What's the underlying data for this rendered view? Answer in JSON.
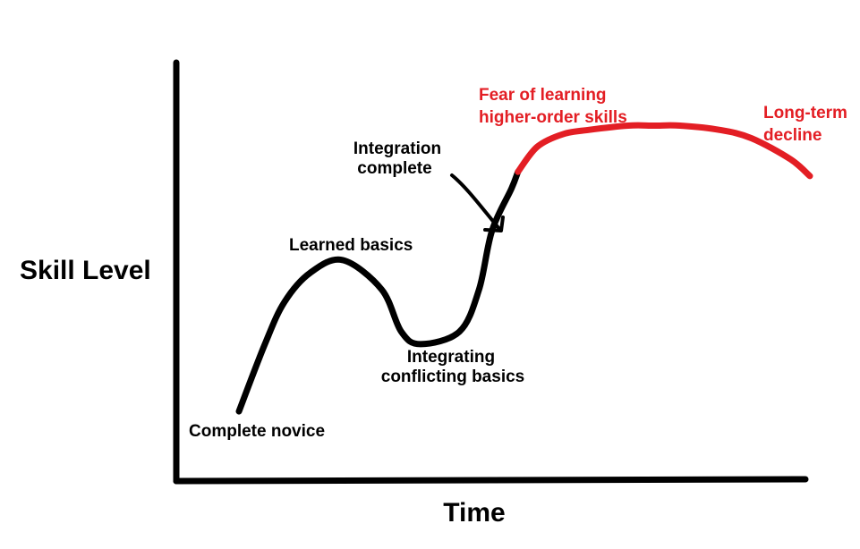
{
  "chart_data": {
    "type": "line",
    "xlabel": "Time",
    "ylabel": "Skill Level",
    "title": "",
    "grid": false,
    "legend": "none",
    "colors": {
      "early_stage": "#000000",
      "late_stage": "#e31e24",
      "annotation_black": "#000000",
      "annotation_red": "#e31e24"
    },
    "series": [
      {
        "style": "thick-black-hand-drawn",
        "color": "#000000",
        "x": [
          0.12,
          0.16,
          0.19,
          0.23,
          0.28,
          0.34,
          0.37,
          0.4,
          0.46,
          0.49,
          0.51,
          0.54,
          0.55
        ],
        "y": [
          0.17,
          0.33,
          0.43,
          0.5,
          0.53,
          0.46,
          0.36,
          0.33,
          0.36,
          0.46,
          0.6,
          0.7,
          0.74
        ]
      },
      {
        "style": "thick-red-hand-drawn",
        "color": "#e31e24",
        "x": [
          0.55,
          0.58,
          0.62,
          0.66,
          0.72,
          0.76,
          0.8,
          0.86,
          0.91,
          0.97,
          1.0
        ],
        "y": [
          0.74,
          0.8,
          0.83,
          0.84,
          0.85,
          0.85,
          0.85,
          0.84,
          0.82,
          0.77,
          0.73
        ]
      }
    ],
    "annotations": [
      {
        "id": "complete-novice",
        "text": [
          "Complete novice"
        ],
        "color": "#000000"
      },
      {
        "id": "learned-basics",
        "text": [
          "Learned basics"
        ],
        "color": "#000000"
      },
      {
        "id": "integrating-conflicting",
        "text": [
          "Integrating",
          "conflicting basics"
        ],
        "color": "#000000"
      },
      {
        "id": "integration-complete",
        "text": [
          "Integration",
          "complete"
        ],
        "color": "#000000"
      },
      {
        "id": "fear-of-learning",
        "text": [
          "Fear of learning",
          "higher-order skills"
        ],
        "color": "#e31e24"
      },
      {
        "id": "long-term-decline",
        "text": [
          "Long-term",
          "decline"
        ],
        "color": "#e31e24"
      }
    ]
  }
}
